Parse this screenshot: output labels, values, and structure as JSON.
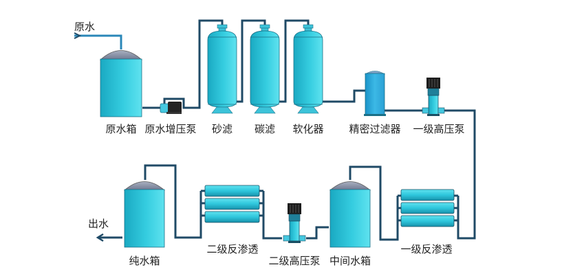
{
  "diagram": {
    "title": "",
    "colors": {
      "pipe": "#1f4a66",
      "tank_body": "#2ec6dc",
      "tank_dome": "#8a93a6",
      "pump_motor": "#222222",
      "background": "#ffffff"
    },
    "io": {
      "inlet_label": "原水",
      "outlet_label": "出水"
    },
    "equipment": [
      {
        "id": "raw-water-tank",
        "label": "原水箱",
        "icon": "tank-dome-icon"
      },
      {
        "id": "raw-water-booster-pump",
        "label": "原水增压泵",
        "icon": "centrifugal-pump-icon"
      },
      {
        "id": "sand-filter",
        "label": "砂滤",
        "icon": "pressure-vessel-icon"
      },
      {
        "id": "carbon-filter",
        "label": "碳滤",
        "icon": "pressure-vessel-icon"
      },
      {
        "id": "softener",
        "label": "软化器",
        "icon": "pressure-vessel-icon"
      },
      {
        "id": "precision-filter",
        "label": "精密过滤器",
        "icon": "cartridge-filter-icon"
      },
      {
        "id": "stage1-high-pressure-pump",
        "label": "一级高压泵",
        "icon": "vertical-pump-icon"
      },
      {
        "id": "stage1-ro",
        "label": "一级反渗透",
        "icon": "ro-membrane-rack-icon"
      },
      {
        "id": "intermediate-tank",
        "label": "中间水箱",
        "icon": "tank-dome-icon"
      },
      {
        "id": "stage2-high-pressure-pump",
        "label": "二级高压泵",
        "icon": "vertical-pump-icon"
      },
      {
        "id": "stage2-ro",
        "label": "二级反渗透",
        "icon": "ro-membrane-rack-icon"
      },
      {
        "id": "pure-water-tank",
        "label": "纯水箱",
        "icon": "tank-dome-icon"
      }
    ]
  }
}
